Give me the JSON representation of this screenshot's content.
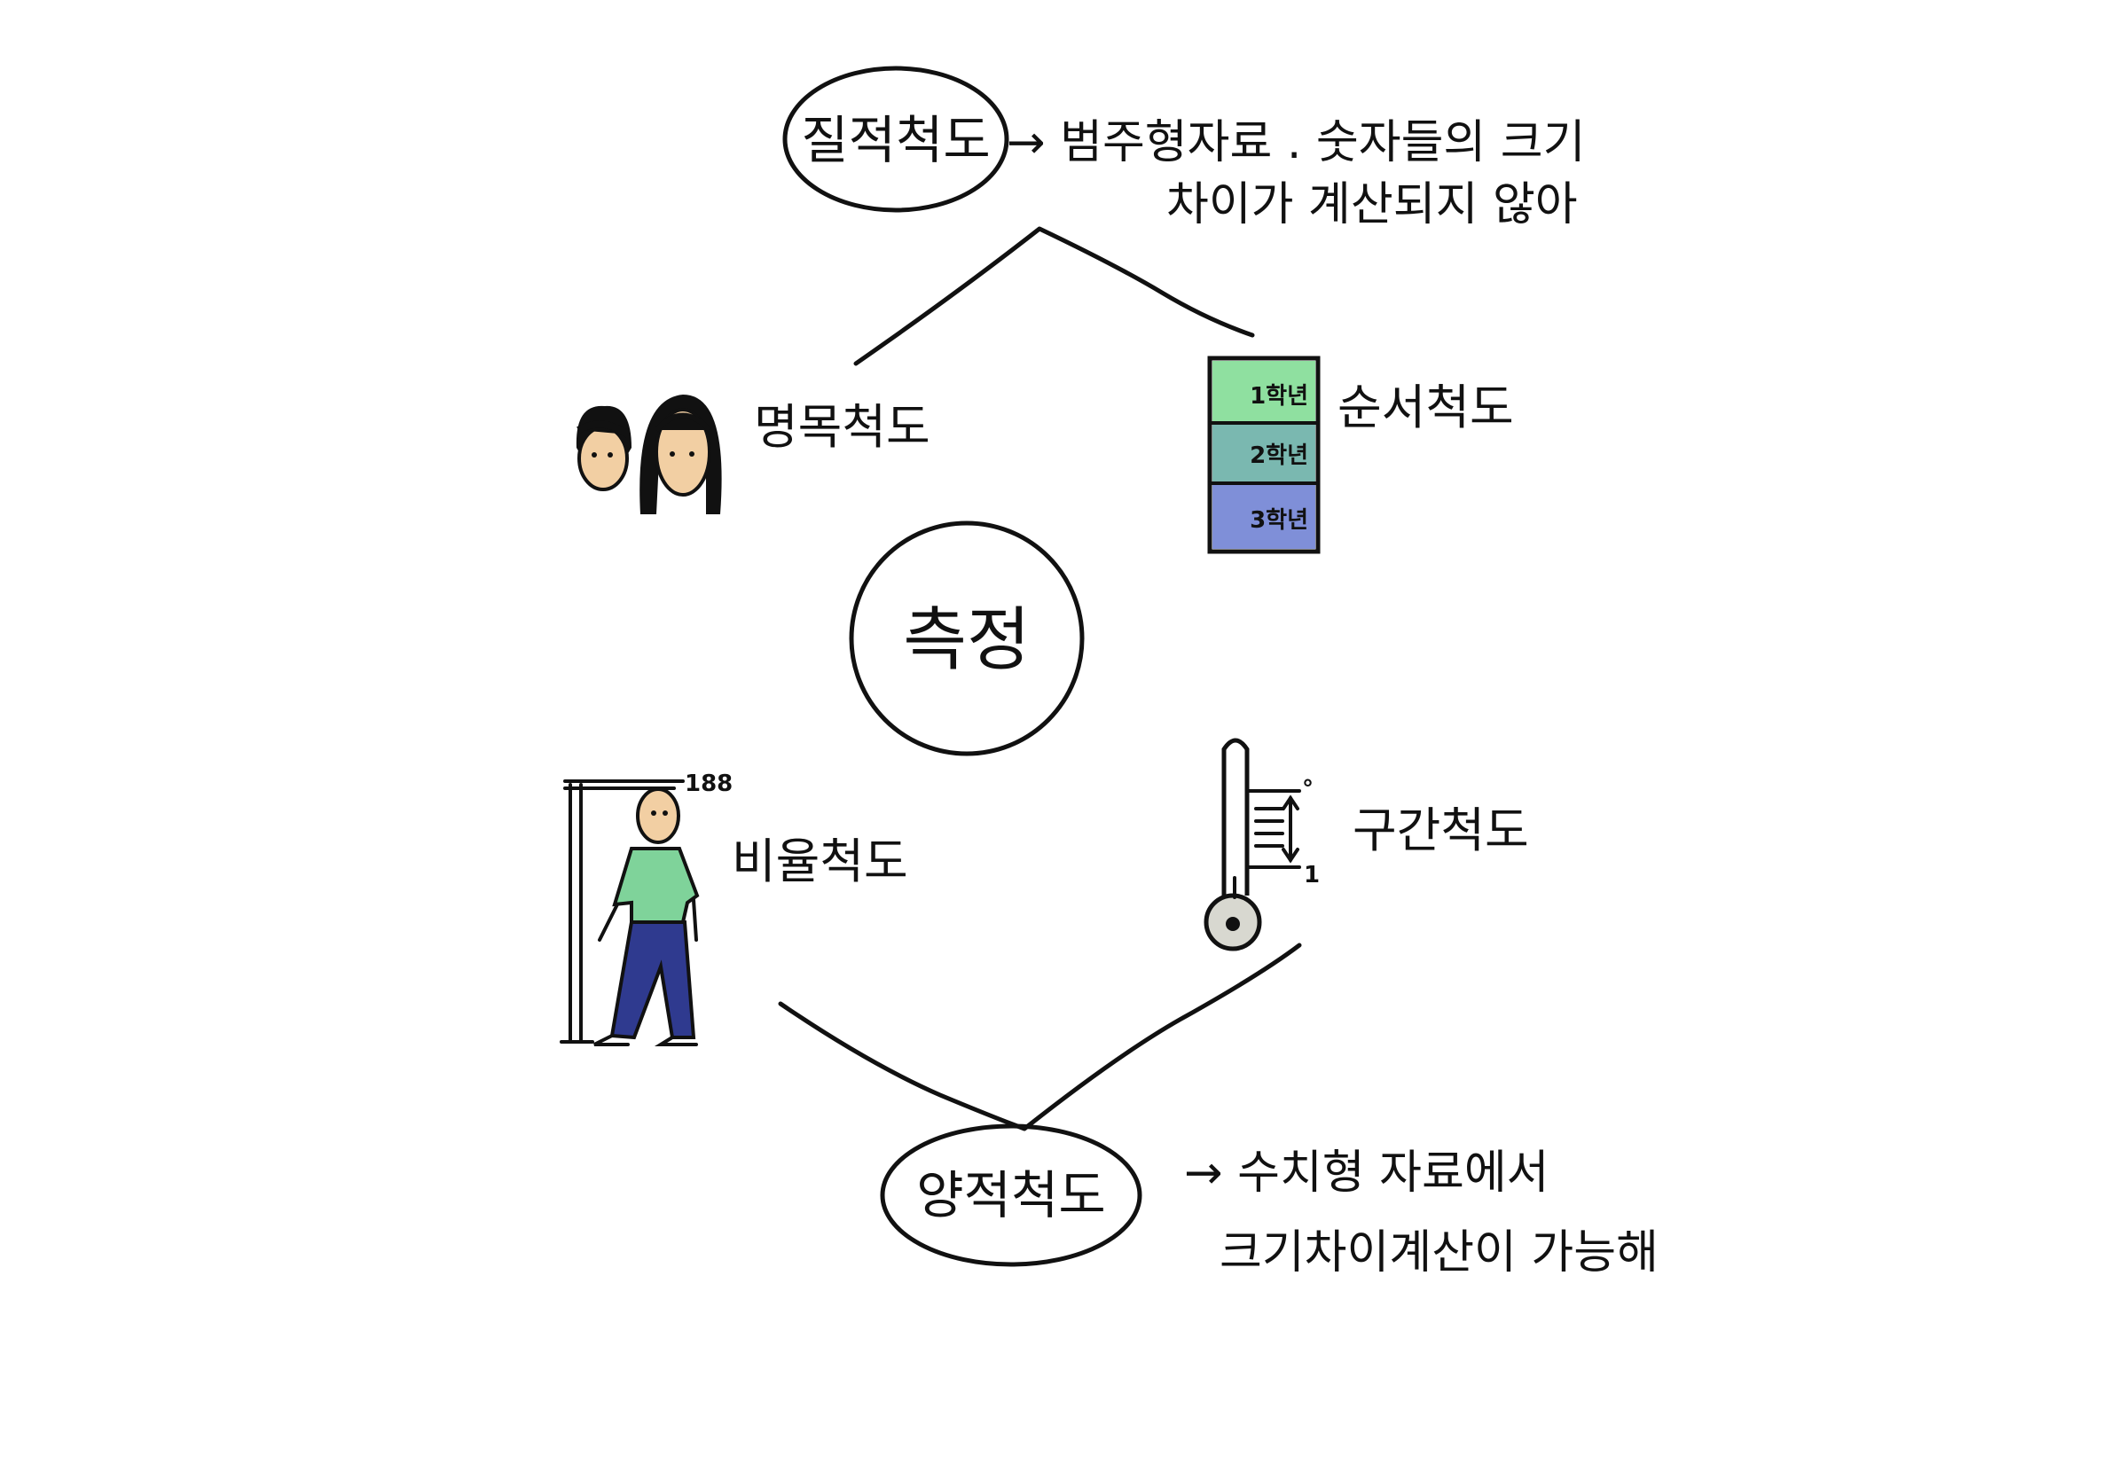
{
  "center": {
    "label": "측정"
  },
  "qualitative": {
    "label": "질적척도",
    "note_line1": "→ 범주형자료 . 숫자들의 크기",
    "note_line2": "차이가 계산되지 않아"
  },
  "quantitative": {
    "label": "양적척도",
    "note_line1": "→ 수치형 자료에서",
    "note_line2": "크기차이계산이 가능해"
  },
  "nominal": {
    "label": "명목척도",
    "icon": "two-faces-icon"
  },
  "ordinal": {
    "label": "순서척도",
    "icon": "grade-ladder-icon",
    "levels": [
      {
        "text": "1학년",
        "color": "#8fe0a0"
      },
      {
        "text": "2학년",
        "color": "#7ab8b0"
      },
      {
        "text": "3학년",
        "color": "#7f8fd8"
      }
    ]
  },
  "ratio": {
    "label": "비율척도",
    "icon": "person-height-icon",
    "height_value": "188"
  },
  "interval": {
    "label": "구간척도",
    "icon": "thermometer-icon",
    "mark_top": "°",
    "mark_bottom": "1"
  },
  "colors": {
    "ink": "#111111",
    "skin": "#f2cfa3",
    "shirt": "#7fd39a",
    "pants": "#2f3a8f"
  }
}
